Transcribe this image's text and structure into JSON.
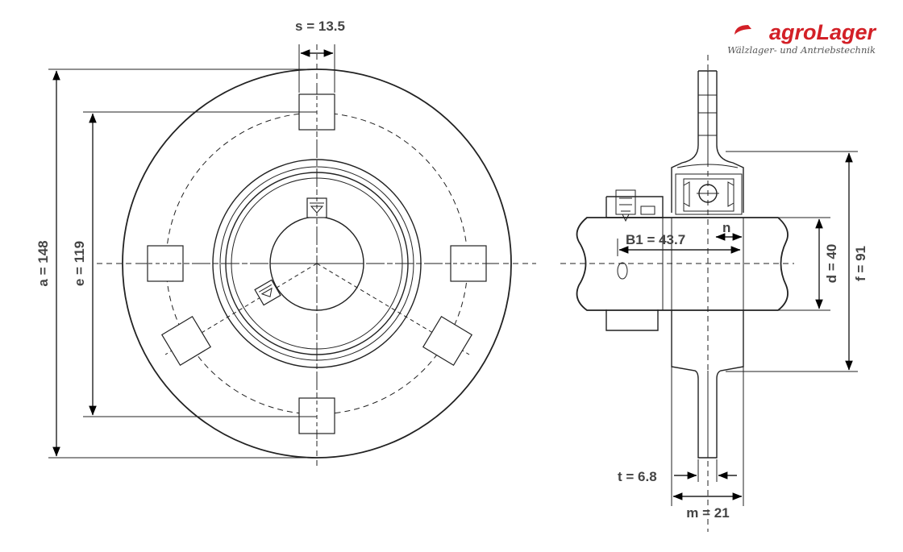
{
  "logo": {
    "name": "agroLager",
    "tagline": "Wälzlager- und Antriebstechnik"
  },
  "dimensions": {
    "s": "s = 13.5",
    "a": "a = 148",
    "e": "e = 119",
    "b1": "B1 = 43.7",
    "n": "n",
    "d": "d = 40",
    "f": "f = 91",
    "t": "t = 6.8",
    "m": "m = 21"
  },
  "colors": {
    "brand": "#d32027",
    "label": "#444444",
    "line": "#222222"
  }
}
